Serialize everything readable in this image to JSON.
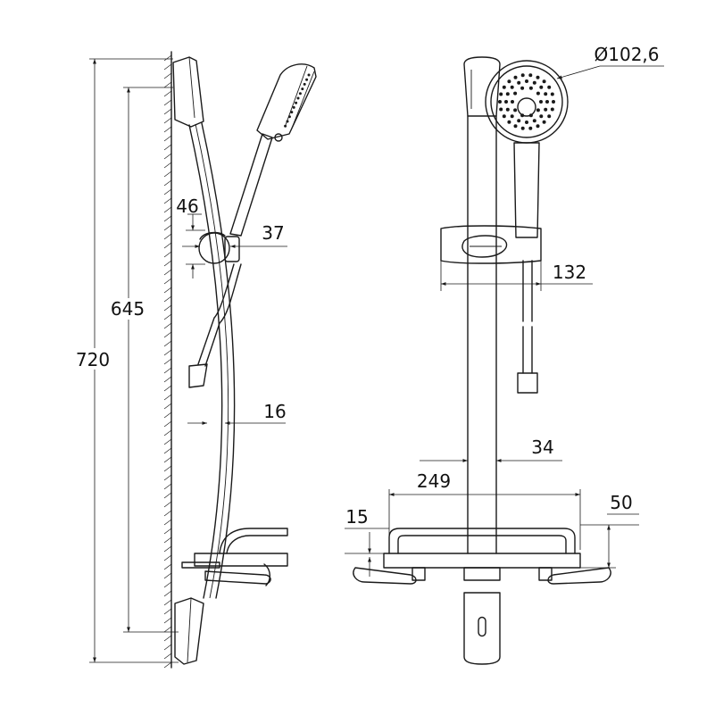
{
  "dimensions": {
    "overall_height": "720",
    "rail_mount_distance": "645",
    "holder_depth": "46",
    "holder_width": "37",
    "rail_offset": "16",
    "head_diameter": "Ø102,6",
    "holder_reach": "132",
    "rail_diameter": "34",
    "shelf_width": "249",
    "shelf_height": "50",
    "shelf_rim": "15"
  },
  "colors": {
    "line": "#1a1a1a",
    "background": "#ffffff"
  }
}
